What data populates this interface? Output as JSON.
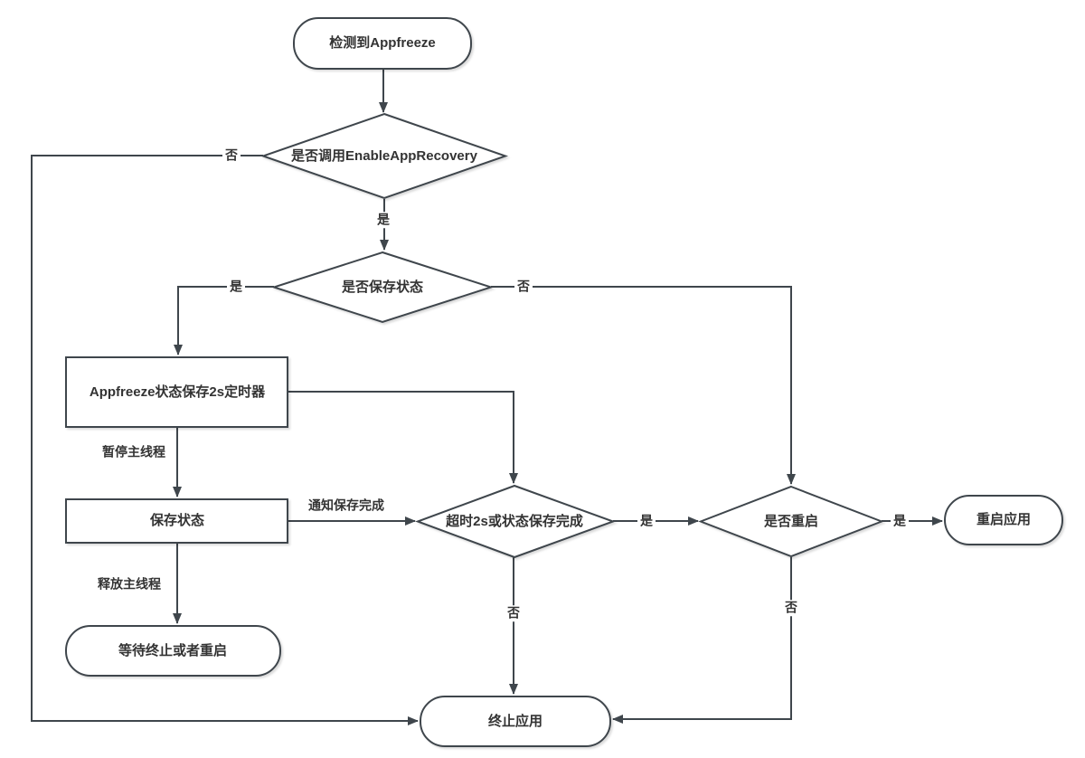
{
  "diagram": {
    "type": "flowchart",
    "colors": {
      "stroke": "#3f464c",
      "node_fill": "#ffffff",
      "text": "#333333",
      "background": "#ffffff"
    },
    "nodes": {
      "start": {
        "label": "检测到Appfreeze",
        "shape": "terminator"
      },
      "check_recovery": {
        "label": "是否调用EnableAppRecovery",
        "shape": "decision"
      },
      "check_save": {
        "label": "是否保存状态",
        "shape": "decision"
      },
      "timer": {
        "label": "Appfreeze状态保存2s定时器",
        "shape": "process"
      },
      "save_state": {
        "label": "保存状态",
        "shape": "process"
      },
      "wait": {
        "label": "等待终止或者重启",
        "shape": "terminator"
      },
      "check_done": {
        "label": "超时2s或状态保存完成",
        "shape": "decision"
      },
      "check_restart": {
        "label": "是否重启",
        "shape": "decision"
      },
      "restart": {
        "label": "重启应用",
        "shape": "terminator"
      },
      "terminate": {
        "label": "终止应用",
        "shape": "terminator"
      }
    },
    "edges": [
      {
        "from": "start",
        "to": "check_recovery",
        "label": ""
      },
      {
        "from": "check_recovery",
        "to": "terminate",
        "label": "否"
      },
      {
        "from": "check_recovery",
        "to": "check_save",
        "label": "是"
      },
      {
        "from": "check_save",
        "to": "timer",
        "label": "是"
      },
      {
        "from": "check_save",
        "to": "check_restart",
        "label": "否"
      },
      {
        "from": "timer",
        "to": "save_state",
        "label": "暂停主线程"
      },
      {
        "from": "timer",
        "to": "check_done",
        "label": ""
      },
      {
        "from": "save_state",
        "to": "wait",
        "label": "释放主线程"
      },
      {
        "from": "save_state",
        "to": "check_done",
        "label": "通知保存完成"
      },
      {
        "from": "check_done",
        "to": "check_restart",
        "label": "是"
      },
      {
        "from": "check_done",
        "to": "terminate",
        "label": "否"
      },
      {
        "from": "check_restart",
        "to": "restart",
        "label": "是"
      },
      {
        "from": "check_restart",
        "to": "terminate",
        "label": "否"
      }
    ]
  }
}
